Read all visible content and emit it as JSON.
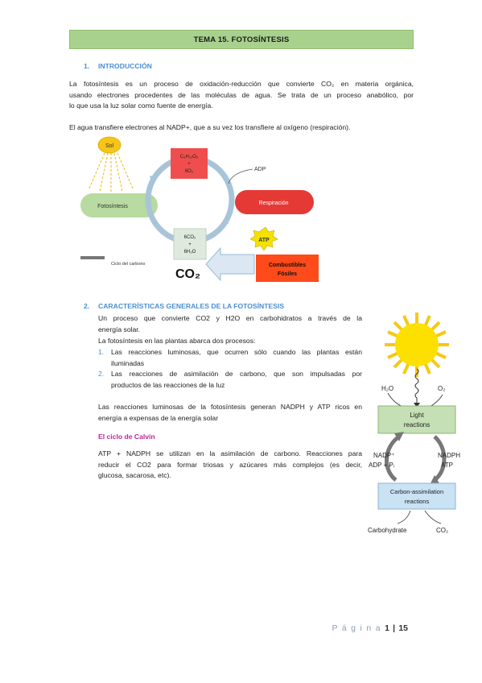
{
  "header": {
    "title": "TEMA 15. FOTOSÍNTESIS"
  },
  "section1": {
    "number": "1.",
    "title": "INTRODUCCIÓN",
    "paragraph1_lines": [
      "La fotosíntesis es un proceso de oxidación-reducción que convierte CO₂ en materia orgánica,",
      "usando electrones procedentes de las moléculas de agua. Se trata de un proceso anabólico, por",
      "lo que usa la luz solar como fuente de energía."
    ],
    "paragraph2": "El agua transfiere electrones al NADP+, que a su vez los transfiere al oxígeno (respiración)."
  },
  "figure1": {
    "sun": "Sol",
    "photosynthesis": "Fotosíntesis",
    "glucose": [
      "C₆H₁₂O₆",
      "+",
      "6O₂"
    ],
    "adp": "ADP",
    "respiration": "Respiración",
    "atp": "ATP",
    "co2_water": [
      "6CO₂",
      "+",
      "6H₂O"
    ],
    "carbon_cycle": "Ciclo del carbono",
    "co2": "CO₂",
    "fossil_fuels": [
      "Combustibles",
      "Fósiles"
    ]
  },
  "section2": {
    "number": "2.",
    "title": "CARACTERÍSTICAS GENERALES DE LA FOTOSÍNTESIS",
    "intro_lines": [
      "Un proceso que convierte CO2 y H2O en carbohidratos a través de la",
      "energía solar."
    ],
    "stages_intro": "La fotosíntesis en las plantas abarca dos procesos:",
    "stages": [
      {
        "n": "1.",
        "lines": [
          "Las reacciones luminosas, que ocurren sólo cuando las plantas están",
          "iluminadas"
        ]
      },
      {
        "n": "2.",
        "lines": [
          "Las reacciones de asimilación de carbono, que son impulsadas por",
          "productos de las reacciones de la luz"
        ]
      }
    ],
    "light_lines": [
      "Las reacciones luminosas de la fotosíntesis generan NADPH y ATP ricos en",
      "energía a expensas de la energía solar"
    ],
    "calvin_title": "El ciclo de Calvin",
    "calvin_lines": [
      "ATP + NADPH se utilizan en la asimilación de carbono. Reacciones para",
      "reducir el CO2 para formar triosas y azúcares más complejos (es decir,",
      "glucosa, sacarosa, etc)."
    ]
  },
  "figure2": {
    "h2o": "H₂O",
    "o2": "O₂",
    "light_reactions": [
      "Light",
      "reactions"
    ],
    "nadp": "NADP⁺",
    "adp_pi": "ADP + Pᵢ",
    "nadph": "NADPH",
    "atp": "ATP",
    "carbon_assimilation": [
      "Carbon-assimilation",
      "reactions"
    ],
    "carbohydrate": "Carbohydrate",
    "co2": "CO₂"
  },
  "footer": {
    "page_label": "P á g i n a",
    "page": "1",
    "separator": "|",
    "total": "15"
  },
  "colors": {
    "title_bg": "#a9d18e",
    "heading": "#4a8fd4",
    "calvin": "#c0249a",
    "sun": "#f5c518",
    "respiration": "#e53935",
    "photosynthesis": "#b7dba0"
  }
}
